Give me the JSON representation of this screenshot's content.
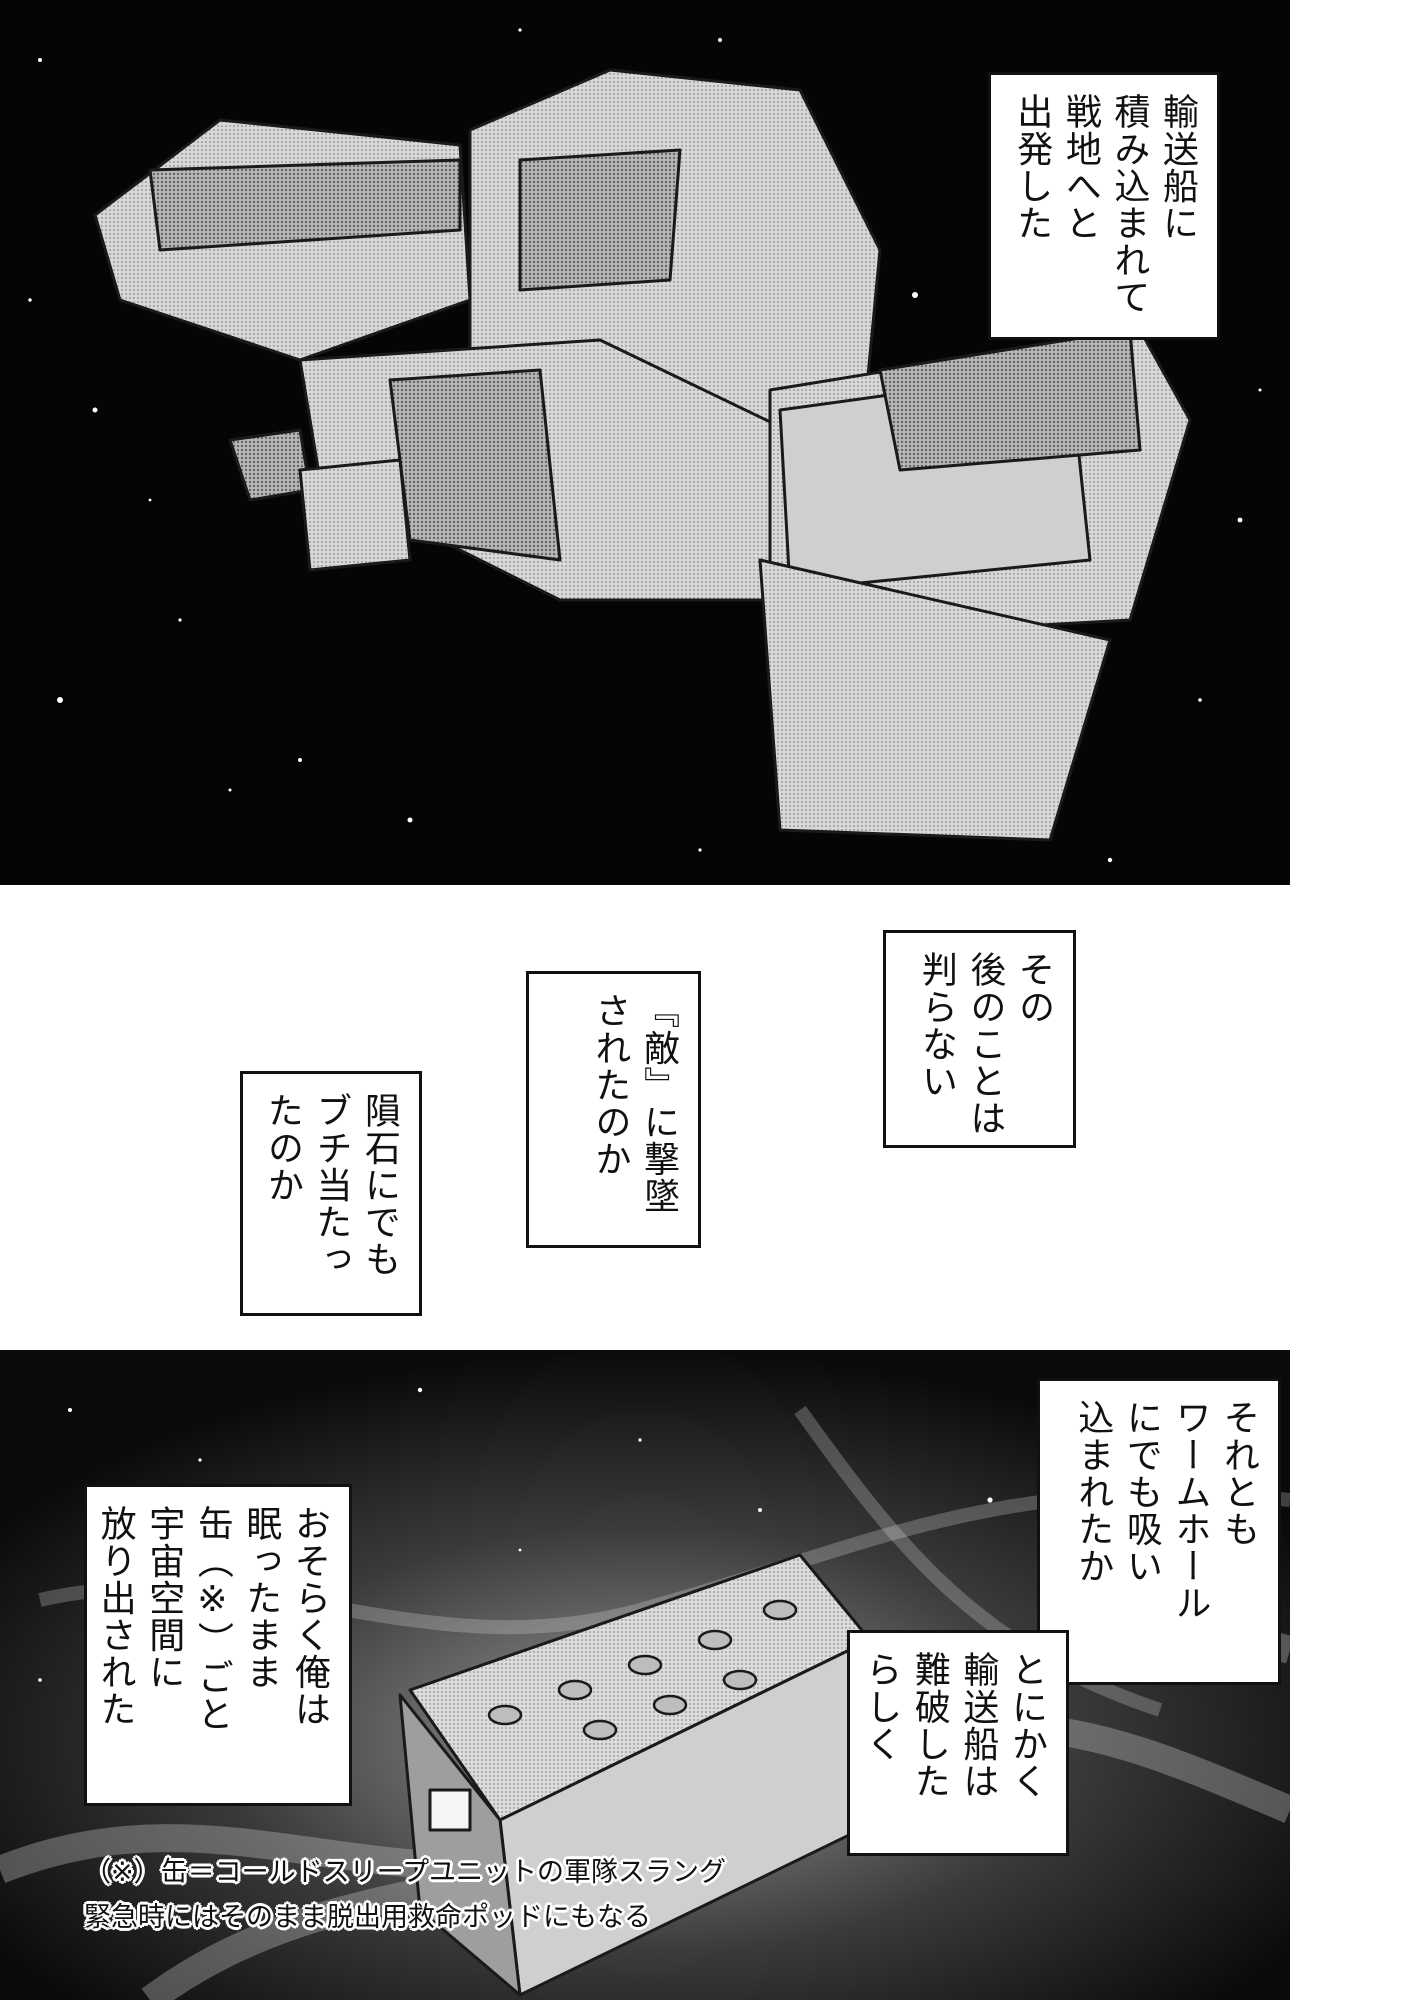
{
  "panel1": {
    "caption": [
      "輸送船に",
      "積み込まれて",
      "戦地へと",
      "出発した"
    ]
  },
  "panel2": {
    "caption_a": [
      "その",
      "後のことは",
      "判らない"
    ],
    "caption_b": [
      "『敵』に撃墜",
      "されたのか"
    ],
    "caption_c": [
      "隕石にでも",
      "ブチ当たっ",
      "たのか"
    ]
  },
  "panel3": {
    "caption_a": [
      "それとも",
      "ワームホール",
      "にでも吸い",
      "込まれたか"
    ],
    "caption_b": [
      "とにかく",
      "輸送船は",
      "難破した",
      "らしく"
    ],
    "caption_c": [
      "おそらく俺は",
      "眠ったまま",
      "缶（※）ごと",
      "宇宙空間に",
      "放り出された"
    ],
    "footnote": [
      "（※）缶＝コールドスリープユニットの軍隊スラング",
      "緊急時にはそのまま脱出用救命ポッドにもなる"
    ]
  }
}
